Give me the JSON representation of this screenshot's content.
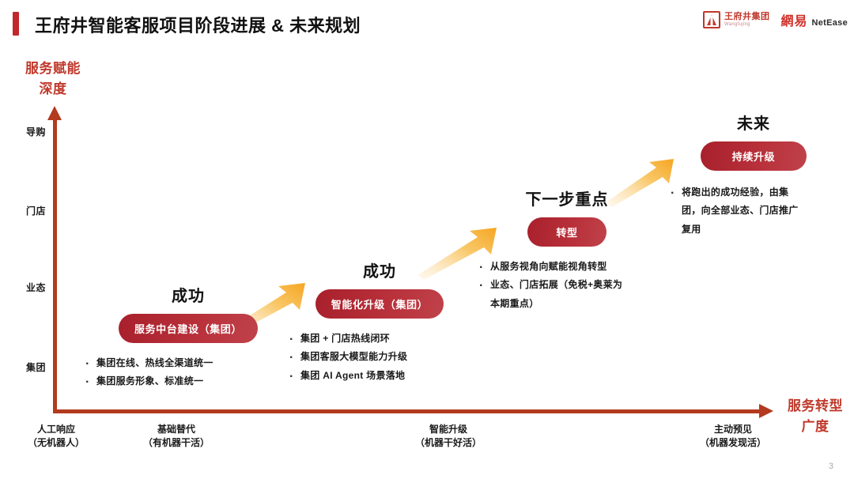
{
  "header": {
    "title": "王府井智能客服项目阶段进展 & 未来规划",
    "accent_color": "#C1272D",
    "logos": {
      "wangfujing": {
        "cn": "王府井集团",
        "en": "Wangfujing",
        "icon": "wangfujing-mark-icon"
      },
      "netease": {
        "cn": "網易",
        "en": "NetEase",
        "icon": "netease-logo-icon"
      }
    }
  },
  "chart_data": {
    "type": "scatter",
    "title": "王府井智能客服项目阶段进展 & 未来规划",
    "xlabel": "服务转型广度",
    "ylabel": "服务赋能深度",
    "axis_color": "#B33A1E",
    "accent_color": "#C0392B",
    "pill_color": "#A8202B",
    "arrow_color": "#F7A93B",
    "y_ticks": [
      "导购",
      "门店",
      "业态",
      "集团"
    ],
    "x_ticks": [
      {
        "label": "人工响应",
        "sub": "（无机器人）"
      },
      {
        "label": "基础替代",
        "sub": "（有机器干活）"
      },
      {
        "label": "智能升级",
        "sub": "（机器干好活）"
      },
      {
        "label": "主动预见",
        "sub": "（机器发现活）"
      }
    ],
    "stages": [
      {
        "title": "成功",
        "pill": "服务中台建设（集团）",
        "bullets": [
          "集团在线、热线全渠道统一",
          "集团服务形象、标准统一"
        ]
      },
      {
        "title": "成功",
        "pill": "智能化升级（集团）",
        "bullets": [
          "集团 + 门店热线闭环",
          "集团客服大模型能力升级",
          "集团 AI Agent 场景落地"
        ]
      },
      {
        "title": "下一步重点",
        "pill": "转型",
        "bullets": [
          "从服务视角向赋能视角转型",
          "业态、门店拓展（免税+奥莱为",
          "本期重点）"
        ]
      },
      {
        "title": "未来",
        "pill": "持续升级",
        "bullets": [
          "将跑出的成功经验，由集",
          "团，向全部业态、门店推广",
          "复用"
        ]
      }
    ]
  },
  "axis_titles": {
    "y_line1": "服务赋能",
    "y_line2": "深度",
    "x_line1": "服务转型",
    "x_line2": "广度"
  },
  "footer": {
    "page_number": "3"
  }
}
